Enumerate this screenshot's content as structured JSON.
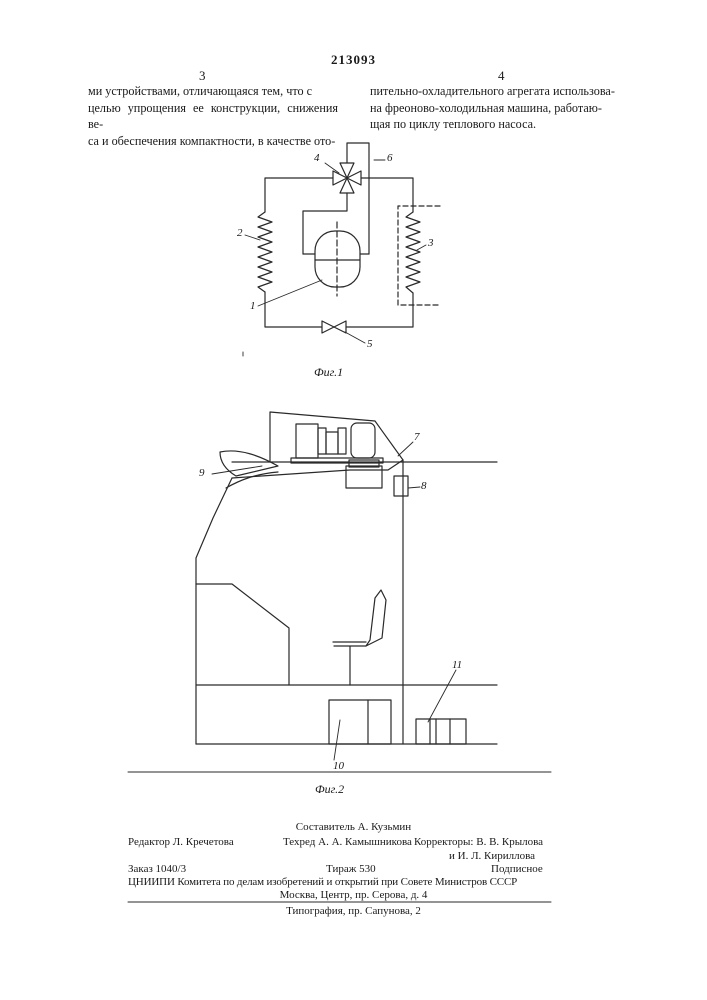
{
  "header": {
    "patent_number": "213093",
    "left_column_number": "3",
    "right_column_number": "4"
  },
  "left_column": {
    "lines": [
      "ми устройствами, отличающаяся тем, что с",
      "целью упрощения ее конструкции, снижения ве-",
      "са и обеспечения компактности, в качестве ото-"
    ]
  },
  "right_column": {
    "lines": [
      "пительно-охладительного агрегата использова-",
      "на фреоново-холодильная машина, работаю-",
      "щая по циклу теплового насоса."
    ]
  },
  "figure1": {
    "caption": "Фиг.1",
    "labels": {
      "l1": "1",
      "l2": "2",
      "l3": "3",
      "l4": "4",
      "l5": "5",
      "l6": "6"
    }
  },
  "figure2": {
    "caption": "Фиг.2",
    "labels": {
      "l7": "7",
      "l8": "8",
      "l9": "9",
      "l10": "10",
      "l11": "11"
    }
  },
  "footer": {
    "composer": "Составитель А. Кузьмин",
    "editor": "Редактор Л. Кречетова",
    "techred": "Техред А. А. Камышникова",
    "correctors_1": "Корректоры: В. В. Крылова",
    "correctors_2": "и И. Л. Кириллова",
    "order": "Заказ 1040/3",
    "circulation": "Тираж 530",
    "subscription": "Подписное",
    "institute": "ЦНИИПИ Комитета по делам изобретений и открытий при Совете Министров СССР",
    "address": "Москва, Центр, пр. Серова, д. 4",
    "printing": "Типография, пр. Сапунова, 2"
  }
}
